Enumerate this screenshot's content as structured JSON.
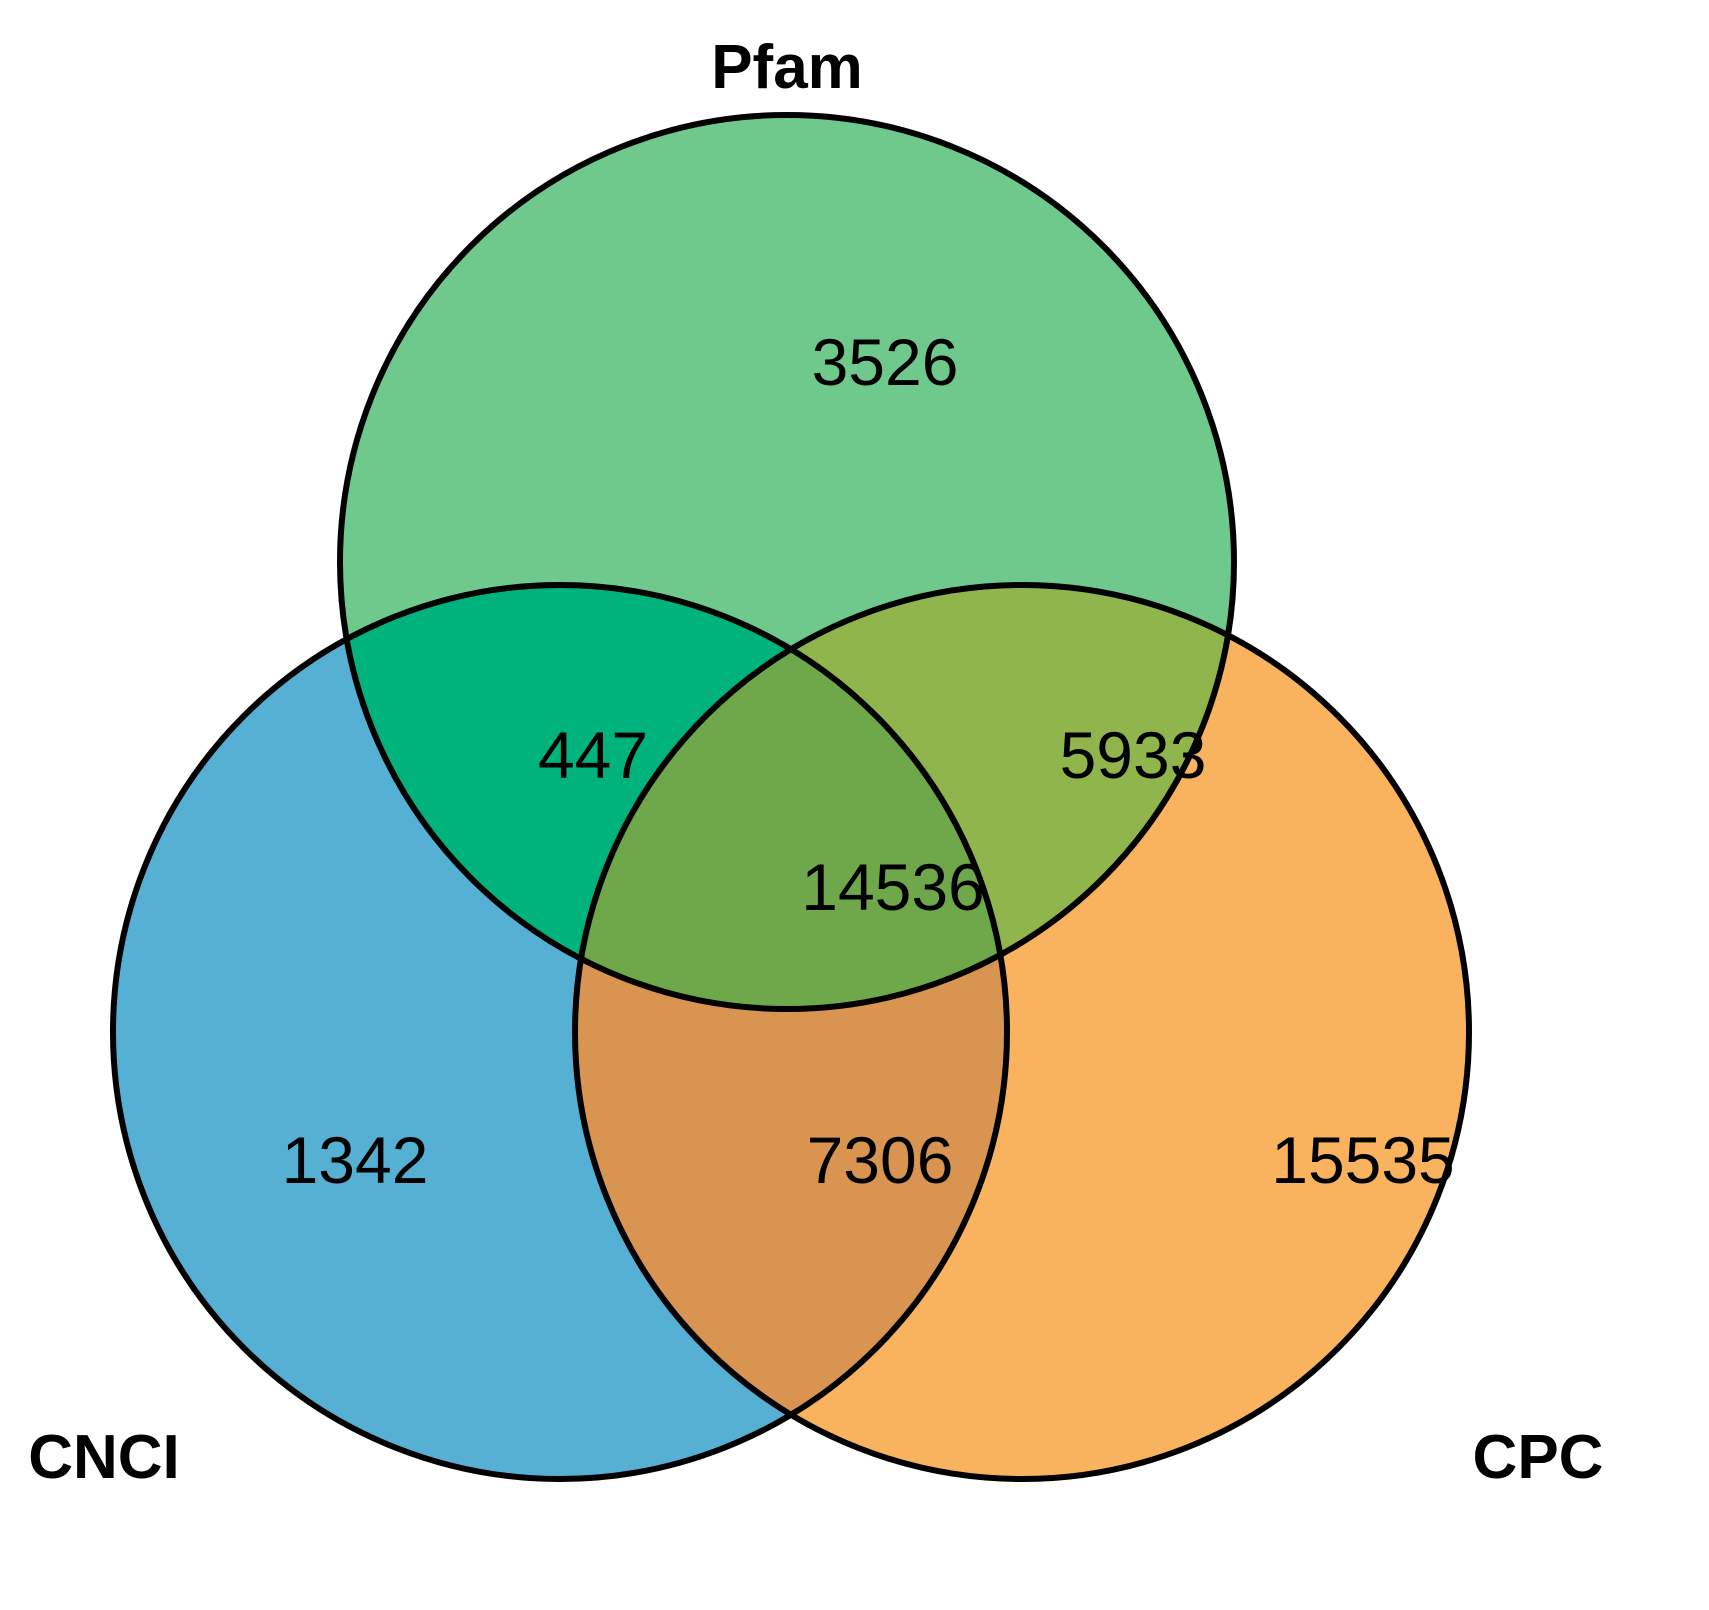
{
  "chart_data": {
    "type": "venn",
    "title": "",
    "sets": [
      {
        "id": "pfam",
        "label": "Pfam",
        "color": "#6fc98c"
      },
      {
        "id": "cnci",
        "label": "CNCI",
        "color": "#56b0d4"
      },
      {
        "id": "cpc",
        "label": "CPC",
        "color": "#f9b25e"
      }
    ],
    "regions": [
      {
        "id": "pfam_only",
        "sets": [
          "Pfam"
        ],
        "value": 3526,
        "label": "3526",
        "color": "#6fc98c"
      },
      {
        "id": "cnci_only",
        "sets": [
          "CNCI"
        ],
        "value": 1342,
        "label": "1342",
        "color": "#56b0d4"
      },
      {
        "id": "cpc_only",
        "sets": [
          "CPC"
        ],
        "value": 15535,
        "label": "15535",
        "color": "#f9b25e"
      },
      {
        "id": "pfam_cnci",
        "sets": [
          "Pfam",
          "CNCI"
        ],
        "value": 447,
        "label": "447",
        "color": "#00b27c"
      },
      {
        "id": "pfam_cpc",
        "sets": [
          "Pfam",
          "CPC"
        ],
        "value": 5933,
        "label": "5933",
        "color": "#8fb54c"
      },
      {
        "id": "cnci_cpc",
        "sets": [
          "CNCI",
          "CPC"
        ],
        "value": 7306,
        "label": "7306",
        "color": "#d89450"
      },
      {
        "id": "pfam_cnci_cpc",
        "sets": [
          "Pfam",
          "CNCI",
          "CPC"
        ],
        "value": 14536,
        "label": "14536",
        "color": "#6fa84a"
      }
    ],
    "stroke_color": "#000000",
    "background": "#ffffff",
    "legend": "none",
    "grid": false
  },
  "labels": {
    "pfam": "Pfam",
    "cnci": "CNCI",
    "cpc": "CPC"
  },
  "counts": {
    "pfam_only": "3526",
    "cnci_only": "1342",
    "cpc_only": "15535",
    "pfam_cnci": "447",
    "pfam_cpc": "5933",
    "cnci_cpc": "7306",
    "all_three": "14536"
  }
}
